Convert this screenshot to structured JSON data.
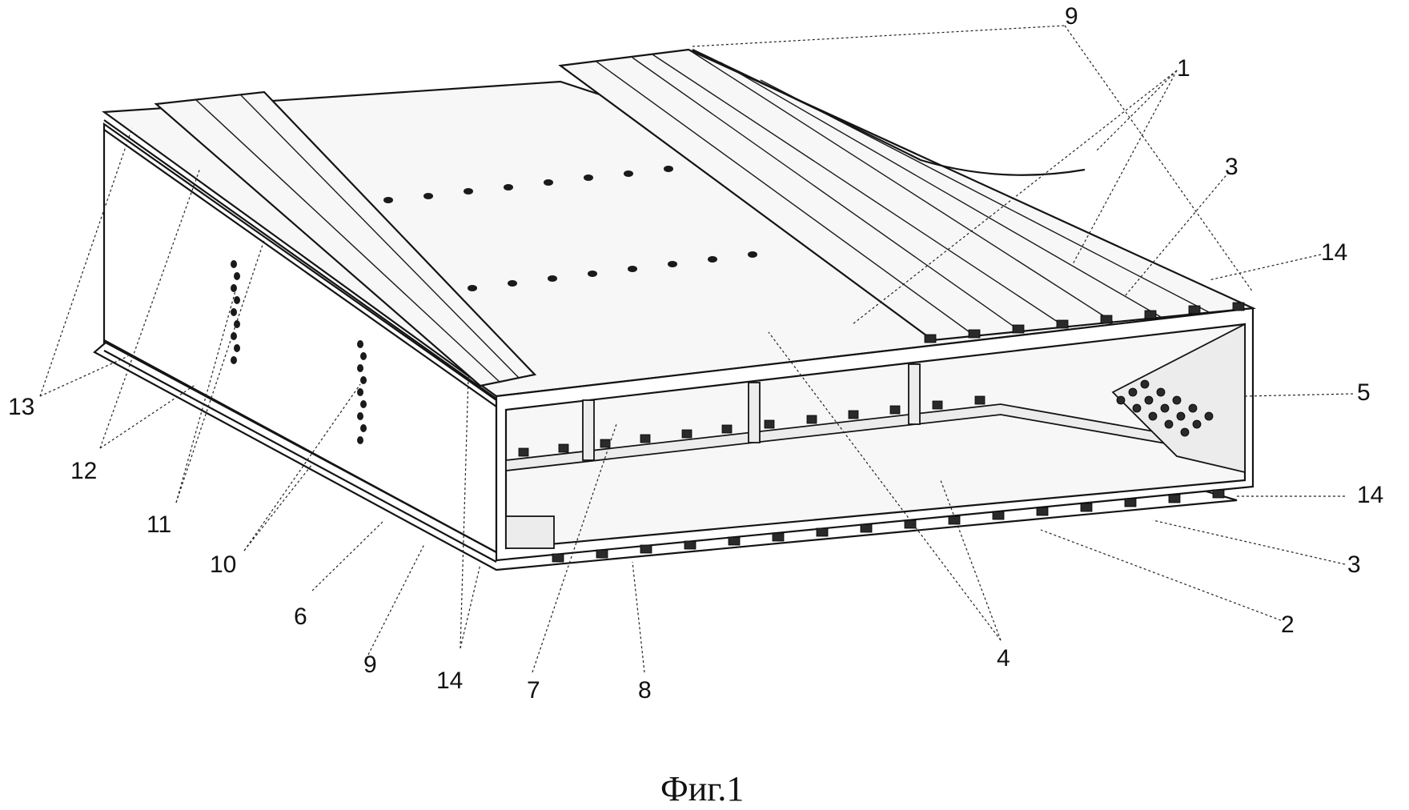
{
  "figure": {
    "caption": "Фиг.1"
  },
  "callouts": [
    {
      "id": "c9-top",
      "text": "9"
    },
    {
      "id": "c1",
      "text": "1"
    },
    {
      "id": "c3-top",
      "text": "3"
    },
    {
      "id": "c14-right",
      "text": "14"
    },
    {
      "id": "c5",
      "text": "5"
    },
    {
      "id": "c14-right-low",
      "text": "14"
    },
    {
      "id": "c3-right",
      "text": "3"
    },
    {
      "id": "c2",
      "text": "2"
    },
    {
      "id": "c4",
      "text": "4"
    },
    {
      "id": "c8",
      "text": "8"
    },
    {
      "id": "c7",
      "text": "7"
    },
    {
      "id": "c14-bottom",
      "text": "14"
    },
    {
      "id": "c9-bottom",
      "text": "9"
    },
    {
      "id": "c6",
      "text": "6"
    },
    {
      "id": "c10",
      "text": "10"
    },
    {
      "id": "c11",
      "text": "11"
    },
    {
      "id": "c12",
      "text": "12"
    },
    {
      "id": "c13",
      "text": "13"
    }
  ]
}
